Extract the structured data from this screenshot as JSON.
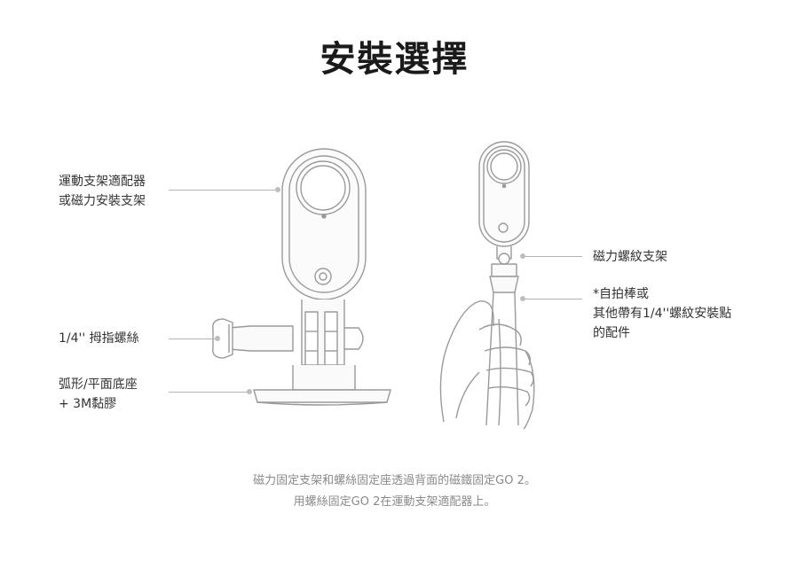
{
  "title": "安裝選擇",
  "left_labels": {
    "adapter_line1": "運動支架適配器",
    "adapter_line2": "或磁力安裝支架",
    "thumbscrew": "1/4'' 拇指螺絲",
    "base_line1": "弧形/平面底座",
    "base_line2": "+ 3M黏膠"
  },
  "right_labels": {
    "magnetic_mount": "磁力螺紋支架",
    "selfie_line1": "*自拍棒或",
    "selfie_line2": "其他帶有1/4''螺紋安裝點",
    "selfie_line3": "的配件"
  },
  "captions": {
    "line1": "磁力固定支架和螺絲固定座透過背面的磁鐵固定GO 2。",
    "line2": "用螺絲固定GO 2在運動支架適配器上。"
  }
}
